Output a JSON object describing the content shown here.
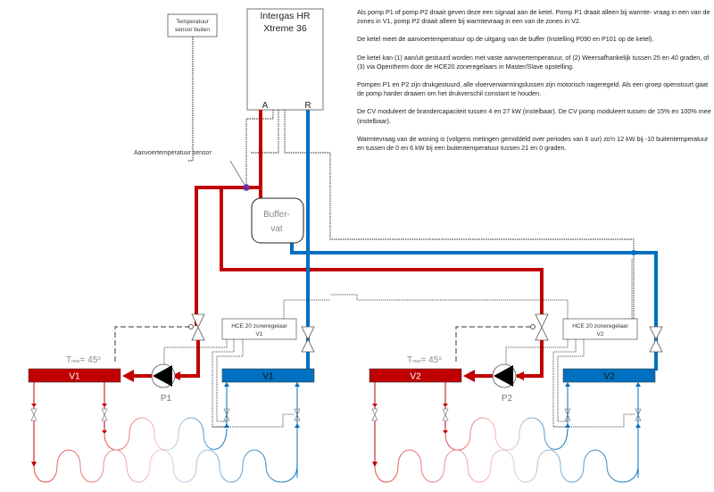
{
  "boiler": {
    "title_line1": "Intergas HR",
    "title_line2": "Xtreme 36",
    "port_supply": "A",
    "port_return": "R"
  },
  "outdoor_sensor": {
    "line1": "Temperatuur",
    "line2": "sensor buiten"
  },
  "supply_sensor_label": "Aanvoertemperatuur sensor",
  "buffer": {
    "line1": "Buffer-",
    "line2": "vat"
  },
  "zones": [
    {
      "id": "V1",
      "supply_manifold_label": "V1",
      "return_manifold_label": "V1",
      "pump_label": "P1",
      "tmax_prefix": "T",
      "tmax_sub": "max",
      "tmax_value": "= 45",
      "tmax_unit": "o",
      "controller_line1": "HCE 20 zoneregelaar",
      "controller_line2": "V1"
    },
    {
      "id": "V2",
      "supply_manifold_label": "V2",
      "return_manifold_label": "V2",
      "pump_label": "P2",
      "tmax_prefix": "T",
      "tmax_sub": "max",
      "tmax_value": "= 45",
      "tmax_unit": "o",
      "controller_line1": "HCE 20 zoneregelaar",
      "controller_line2": "V2"
    }
  ],
  "colors": {
    "hot": "#c00000",
    "cold": "#0070c0",
    "sensor": "#7030a0",
    "control": "#222222"
  },
  "notes": [
    "Als pomp P1 of pomp P2 draait geven deze een signaal aan de ketel. Pomp P1 draait alleen bij warmte- vraag in een van de zones in V1, pomp P2 draait alleen bij warmtevraag in een van de zones in V2.",
    "De ketel meet de aanvoertemperatuur op de uitgang van de buffer (Instelling P090 en P101 op de ketel).",
    "De ketel kan (1) aan/uit gestuurd worden met vaste aanvoertemperatuur, of (2) Weersafhankelijk tussen 25 en 40 graden, of (3) via Opentherm door de HCE20 zoneregelaars in Master/Slave opstelling.",
    "Pompen P1 en P2 zijn drukgestuurd, alle vloerverwarmingslussen zijn motorisch nageregeld. Als een groep openstuurt gaat de pomp harder draaien om het drukverschil constant te houden.",
    "De CV moduleert de brandercapaciteit tussen 4 en 27  kW (instelbaar). De CV pomp moduleert tussen de 15% en 100% mee (instelbaar).",
    "Warmtevraag van de woning is (volgens metingen gemiddeld over periodes van 6 uur) zo'n 12 kW bij -10 buitentemperatuur en tussen de 0 en 6 kW bij een buitentemperatuur tussen 21 en 0 graden."
  ]
}
